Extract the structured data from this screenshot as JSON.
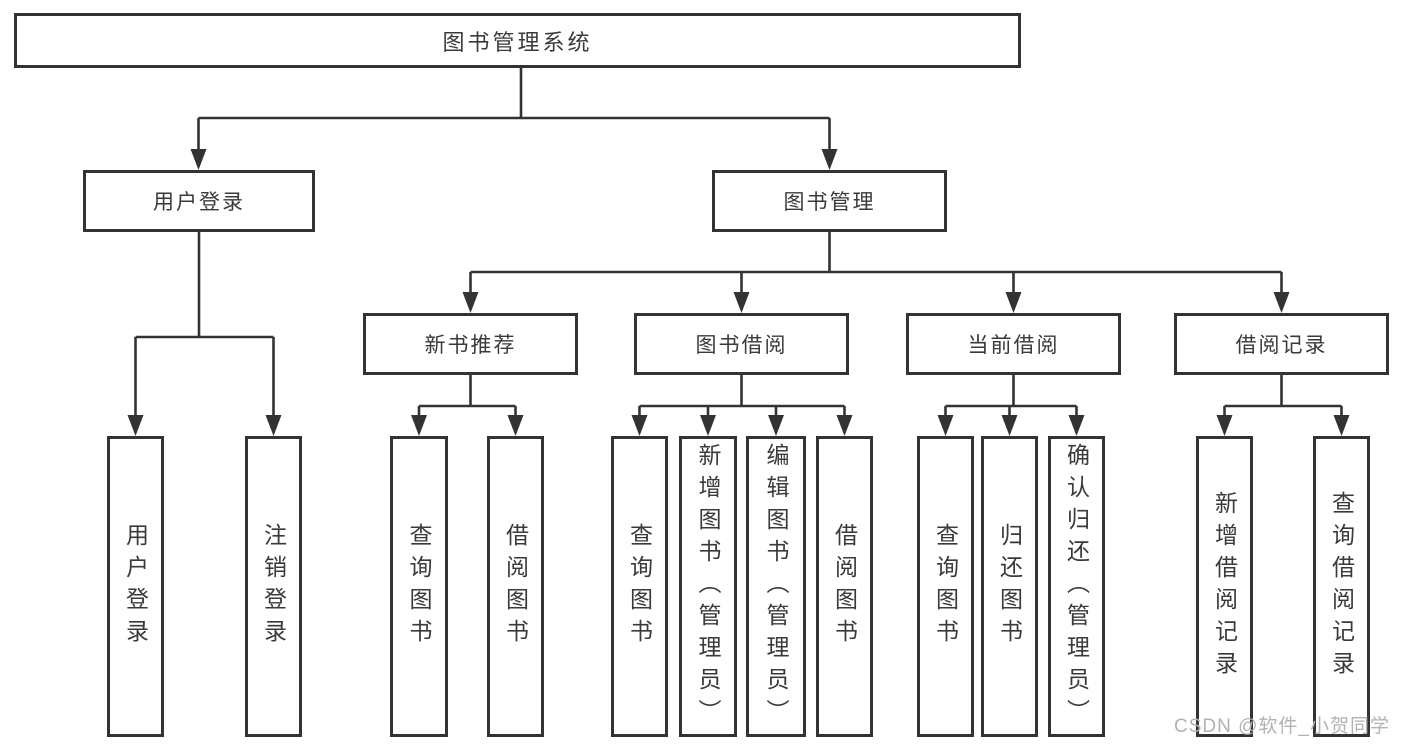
{
  "tree": {
    "root": "图书管理系统",
    "branches": [
      {
        "label": "用户登录",
        "children": [
          "用户登录",
          "注销登录"
        ]
      },
      {
        "label": "图书管理",
        "sections": [
          {
            "label": "新书推荐",
            "children": [
              "查询图书",
              "借阅图书"
            ]
          },
          {
            "label": "图书借阅",
            "children": [
              "查询图书",
              "新增图书（管理员）",
              "编辑图书（管理员）",
              "借阅图书"
            ]
          },
          {
            "label": "当前借阅",
            "children": [
              "查询图书",
              "归还图书",
              "确认归还（管理员）"
            ]
          },
          {
            "label": "借阅记录",
            "children": [
              "新增借阅记录",
              "查询借阅记录"
            ]
          }
        ]
      }
    ]
  },
  "watermark": "CSDN @软件_小贺同学",
  "colors": {
    "line": "#333333",
    "border": "#333333",
    "text": "#3a3a3a",
    "watermark": "#b2b2b2",
    "background": "#ffffff"
  }
}
